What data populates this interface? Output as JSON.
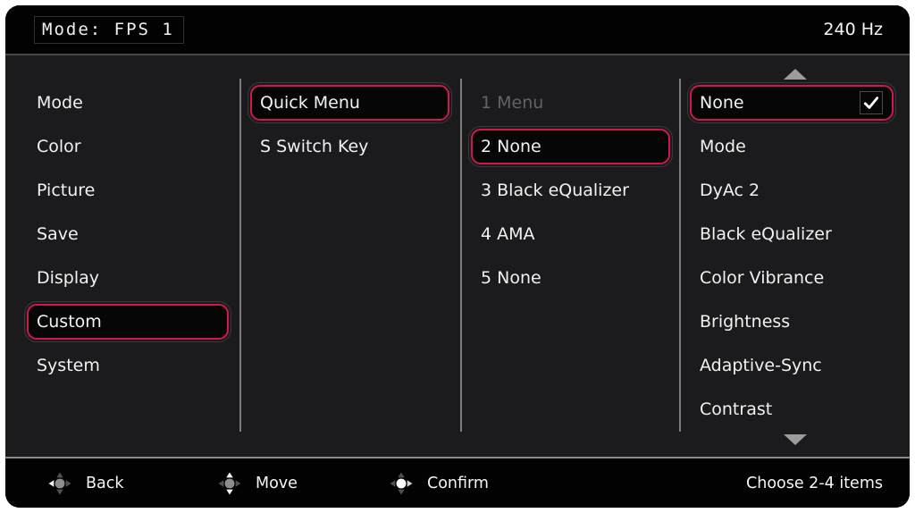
{
  "header": {
    "title": "Mode: FPS 1",
    "refresh_rate": "240 Hz"
  },
  "menu": {
    "items": [
      {
        "label": "Mode",
        "selected": false
      },
      {
        "label": "Color",
        "selected": false
      },
      {
        "label": "Picture",
        "selected": false
      },
      {
        "label": "Save",
        "selected": false
      },
      {
        "label": "Display",
        "selected": false
      },
      {
        "label": "Custom",
        "selected": true
      },
      {
        "label": "System",
        "selected": false
      }
    ]
  },
  "custom_submenu": {
    "items": [
      {
        "label": "Quick Menu",
        "selected": true
      },
      {
        "label": "S Switch Key",
        "selected": false
      }
    ]
  },
  "quick_menu_slots": {
    "items": [
      {
        "label": "1 Menu",
        "disabled": true,
        "selected": false
      },
      {
        "label": "2 None",
        "disabled": false,
        "selected": true
      },
      {
        "label": "3 Black eQualizer",
        "disabled": false,
        "selected": false
      },
      {
        "label": "4 AMA",
        "disabled": false,
        "selected": false
      },
      {
        "label": "5 None",
        "disabled": false,
        "selected": false
      }
    ]
  },
  "slot_options": {
    "scroll_up_icon": "up-arrow",
    "scroll_down_icon": "down-arrow",
    "items": [
      {
        "label": "None",
        "selected": true,
        "checked": true
      },
      {
        "label": "Mode",
        "selected": false,
        "checked": false
      },
      {
        "label": "DyAc 2",
        "selected": false,
        "checked": false
      },
      {
        "label": "Black eQualizer",
        "selected": false,
        "checked": false
      },
      {
        "label": "Color Vibrance",
        "selected": false,
        "checked": false
      },
      {
        "label": "Brightness",
        "selected": false,
        "checked": false
      },
      {
        "label": "Adaptive-Sync",
        "selected": false,
        "checked": false
      },
      {
        "label": "Contrast",
        "selected": false,
        "checked": false
      }
    ]
  },
  "footer": {
    "hints": [
      {
        "icon": "joystick-left-icon",
        "label": "Back"
      },
      {
        "icon": "joystick-vertical-icon",
        "label": "Move"
      },
      {
        "icon": "joystick-press-icon",
        "label": "Confirm"
      }
    ],
    "note": "Choose 2-4 items"
  },
  "colors": {
    "accent": "#d0174a",
    "panel_bg": "#1b1a1c",
    "bar_bg": "#020202",
    "divider": "#7d7d7d",
    "text": "#f1f1f1",
    "disabled_text": "#636363"
  }
}
